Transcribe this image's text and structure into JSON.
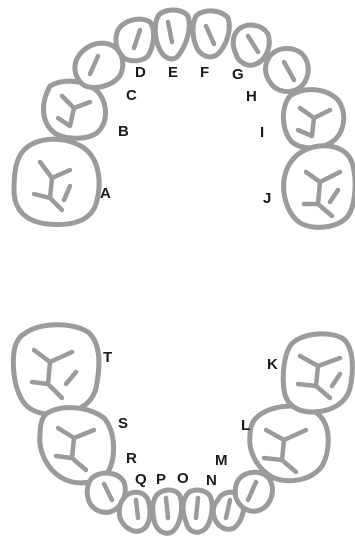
{
  "upper_arch": {
    "teeth": [
      {
        "letter": "A",
        "type": "molar"
      },
      {
        "letter": "B",
        "type": "molar"
      },
      {
        "letter": "C",
        "type": "canine"
      },
      {
        "letter": "D",
        "type": "incisor"
      },
      {
        "letter": "E",
        "type": "incisor"
      },
      {
        "letter": "F",
        "type": "incisor"
      },
      {
        "letter": "G",
        "type": "incisor"
      },
      {
        "letter": "H",
        "type": "canine"
      },
      {
        "letter": "I",
        "type": "molar"
      },
      {
        "letter": "J",
        "type": "molar"
      }
    ]
  },
  "lower_arch": {
    "teeth": [
      {
        "letter": "K",
        "type": "molar"
      },
      {
        "letter": "L",
        "type": "molar"
      },
      {
        "letter": "M",
        "type": "canine"
      },
      {
        "letter": "N",
        "type": "incisor"
      },
      {
        "letter": "O",
        "type": "incisor"
      },
      {
        "letter": "P",
        "type": "incisor"
      },
      {
        "letter": "Q",
        "type": "incisor"
      },
      {
        "letter": "R",
        "type": "canine"
      },
      {
        "letter": "S",
        "type": "molar"
      },
      {
        "letter": "T",
        "type": "molar"
      }
    ]
  },
  "colors": {
    "outline": "#9b9b9b",
    "label": "#1a1a1a",
    "background": "#ffffff"
  }
}
